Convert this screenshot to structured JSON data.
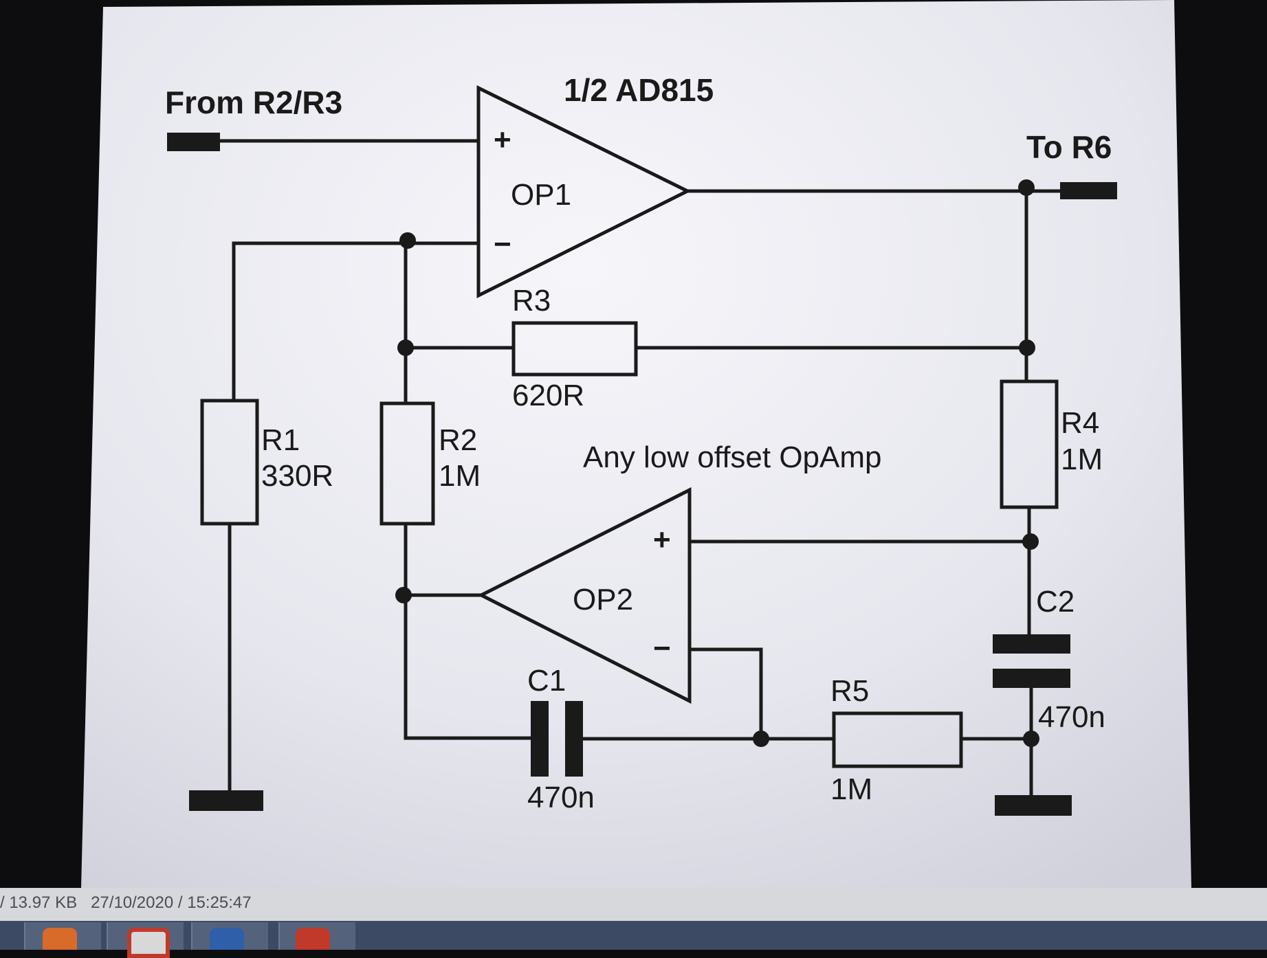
{
  "diagram": {
    "labels": {
      "input": "From R2/R3",
      "output": "To R6",
      "op1_part": "1/2 AD815",
      "op1_name": "OP1",
      "op2_name": "OP2",
      "op2_note": "Any low offset OpAmp",
      "plus": "+",
      "minus": "−",
      "r1_name": "R1",
      "r1_value": "330R",
      "r2_name": "R2",
      "r2_value": "1M",
      "r3_name": "R3",
      "r3_value": "620R",
      "r4_name": "R4",
      "r4_value": "1M",
      "r5_name": "R5",
      "r5_value": "1M",
      "c1_name": "C1",
      "c1_value": "470n",
      "c2_name": "C2",
      "c2_value": "470n"
    }
  },
  "status_bar": {
    "text": "/ 13.97 KB   27/10/2020 / 15:25:47"
  },
  "colors": {
    "ink": "#1a1a1a",
    "paper": "#ecedf2",
    "bezel": "#0d0d0f",
    "taskbar": "#3c4a63"
  }
}
